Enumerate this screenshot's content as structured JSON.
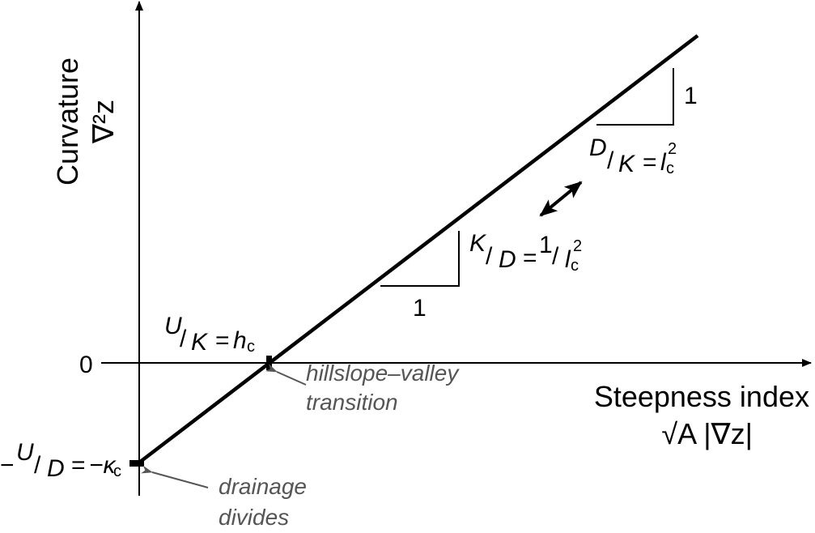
{
  "y_axis": {
    "label": "Curvature",
    "symbol": "∇²z",
    "zero_tick": "0"
  },
  "x_axis": {
    "label": "Steepness index",
    "symbol": "√A |∇z|"
  },
  "intercepts": {
    "x_intercept": {
      "num": "U",
      "den": "K",
      "rhs": "h",
      "sub": "c"
    },
    "y_intercept": {
      "prefix": "−",
      "num": "U",
      "den": "D",
      "rhs": "−κ",
      "sub": "c"
    }
  },
  "slopes": {
    "upper": {
      "num": "D",
      "den": "K",
      "rhs": "l",
      "sub": "c",
      "sup": "2",
      "rise": "1"
    },
    "lower": {
      "num": "K",
      "den": "D",
      "rhs_num": "1",
      "rhs": "l",
      "sub": "c",
      "sup": "2",
      "run": "1"
    }
  },
  "annotations": {
    "transition": [
      "hillslope–valley",
      "transition"
    ],
    "divides": [
      "drainage",
      "divides"
    ]
  },
  "colors": {
    "line": "#000000",
    "annotation": "#555555"
  }
}
